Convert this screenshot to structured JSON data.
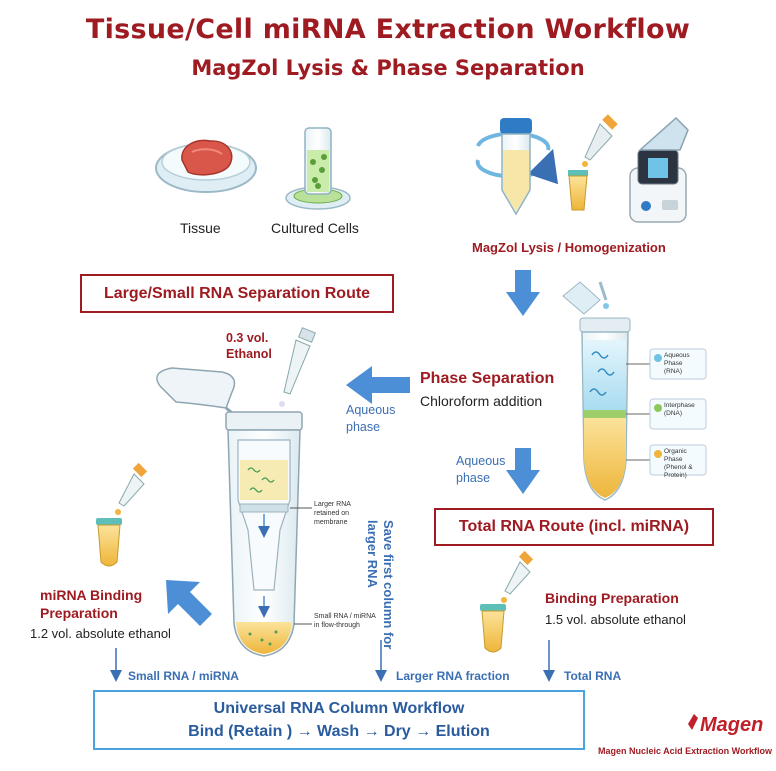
{
  "header": {
    "title": "Tissue/Cell miRNA Extraction Workflow",
    "subtitle": "MagZol Lysis & Phase Separation"
  },
  "samples": {
    "tissue_label": "Tissue",
    "cells_label": "Cultured Cells"
  },
  "lysis": {
    "label": "MagZol Lysis / Homogenization"
  },
  "routes": {
    "large_small": "Large/Small RNA Separation Route",
    "total": "Total RNA Route (incl. miRNA)"
  },
  "phase_separation": {
    "title": "Phase Separation",
    "subtitle": "Chloroform  addition",
    "aqueous_left": "Aqueous phase",
    "aqueous_down": "Aqueous phase",
    "layers": {
      "aqueous": "Aqueous Phase",
      "aqueous_sub": "(RNA)",
      "interphase": "Interphase",
      "interphase_sub": "(DNA)",
      "organic": "Organic Phase",
      "organic_sub": "(Phenol & Protein)"
    }
  },
  "column": {
    "ethanol": "0.3 vol. Ethanol",
    "larger_rna": "Larger RNA retained on membrane",
    "small_rna": "Small RNA / miRNA in flow-through",
    "save_column": "Save first column for larger RNA"
  },
  "mirna": {
    "title": "miRNA Binding Preparation",
    "detail": "1.2 vol. absolute ethanol"
  },
  "binding": {
    "title": "Binding Preparation",
    "detail": "1.5 vol. absolute ethanol"
  },
  "flows": {
    "small_rna": "Small RNA / miRNA",
    "larger_rna": "Larger RNA fraction",
    "total_rna": "Total RNA"
  },
  "universal": {
    "title": "Universal  RNA  Column  Workflow",
    "steps": "Bind (Retain ) → Wash → Dry → Elution"
  },
  "brand": {
    "name": "Magen",
    "tagline": "Magen Nucleic  Acid Extraction Workflow"
  },
  "colors": {
    "title_red": "#9e1b22",
    "accent_blue": "#3b6fb3",
    "box_blue_border": "#4aa3df",
    "liquid_yellow": "#f2c14e",
    "aqueous_blue": "#bfe6f5"
  }
}
